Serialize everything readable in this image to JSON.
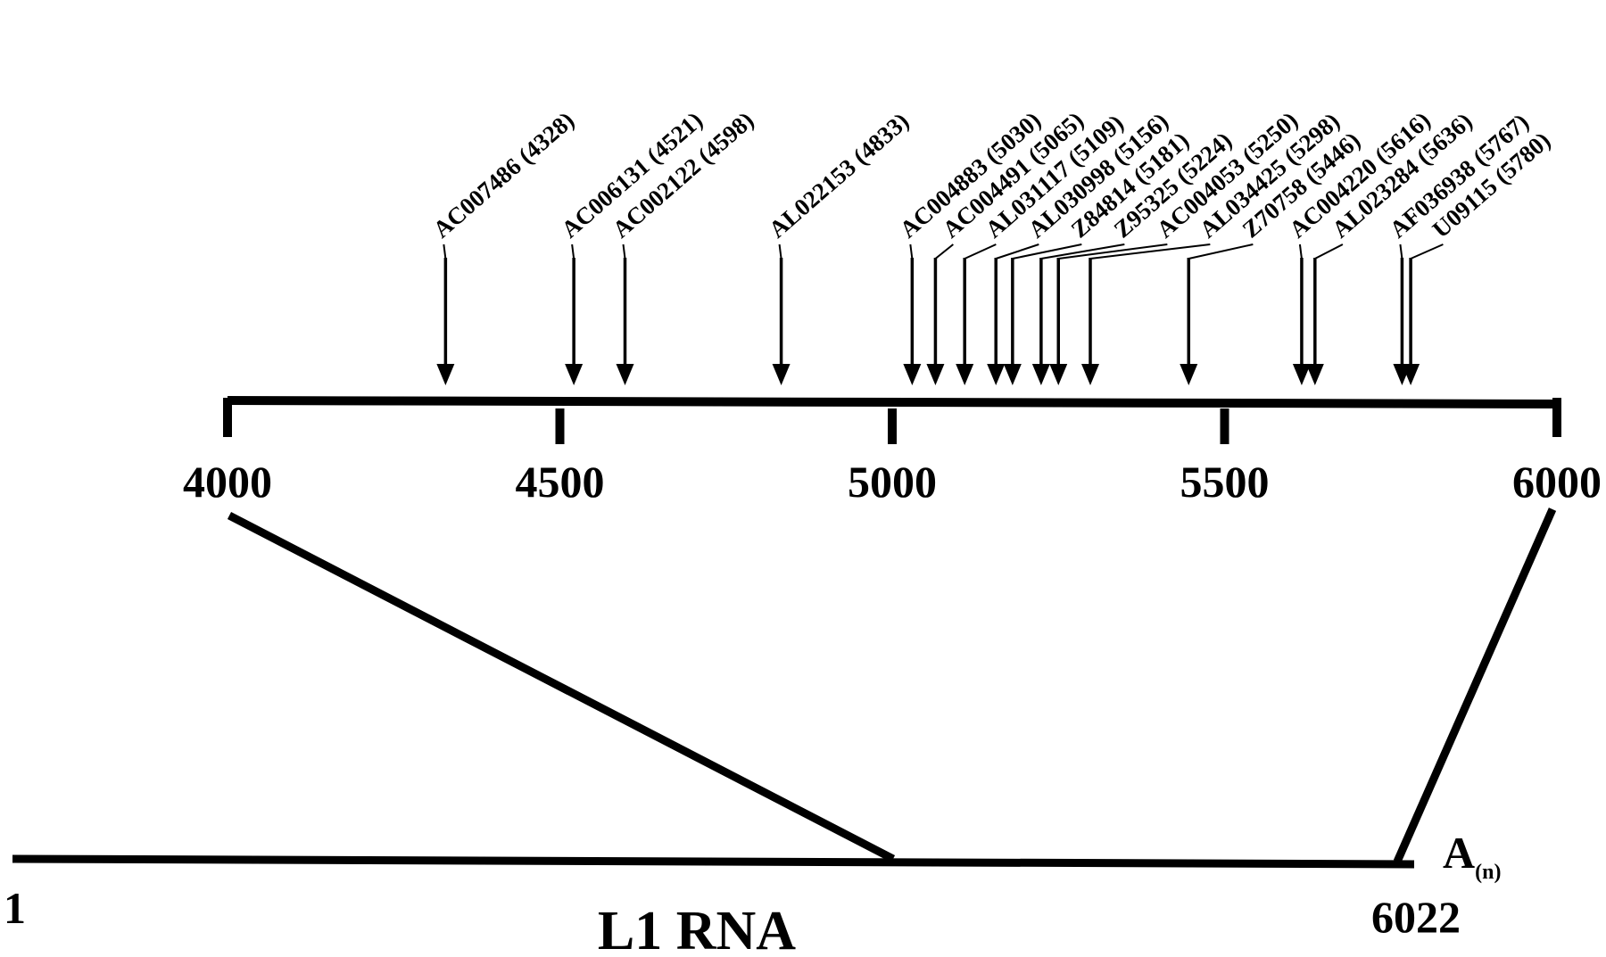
{
  "axis": {
    "min": 4000,
    "max": 6000,
    "ticks": [
      {
        "value": 4000,
        "label": "4000"
      },
      {
        "value": 4500,
        "label": "4500"
      },
      {
        "value": 5000,
        "label": "5000"
      },
      {
        "value": 5500,
        "label": "5500"
      },
      {
        "value": 6000,
        "label": "6000"
      }
    ]
  },
  "insertions": [
    {
      "label": "AC007486 (4328)",
      "position": 4328
    },
    {
      "label": "AC006131 (4521)",
      "position": 4521
    },
    {
      "label": "AC002122 (4598)",
      "position": 4598
    },
    {
      "label": "AL022153 (4833)",
      "position": 4833
    },
    {
      "label": "AC004883 (5030)",
      "position": 5030
    },
    {
      "label": "AC004491 (5065)",
      "position": 5065
    },
    {
      "label": "AL031117 (5109)",
      "position": 5109
    },
    {
      "label": "AL030998 (5156)",
      "position": 5156
    },
    {
      "label": "Z84814 (5181)",
      "position": 5181
    },
    {
      "label": "Z95325 (5224)",
      "position": 5224
    },
    {
      "label": "AC004053 (5250)",
      "position": 5250
    },
    {
      "label": "AL034425 (5298)",
      "position": 5298
    },
    {
      "label": "Z70758 (5446)",
      "position": 5446
    },
    {
      "label": "AC004220 (5616)",
      "position": 5616
    },
    {
      "label": "AL023284 (5636)",
      "position": 5636
    },
    {
      "label": "AF036938 (5767)",
      "position": 5767
    },
    {
      "label": "U09115 (5780)",
      "position": 5780
    }
  ],
  "rna": {
    "start_label": "1",
    "end_label": "6022",
    "title": "L1 RNA",
    "polya_label": "A",
    "polya_sub": "(n)"
  },
  "colors": {
    "ink": "#000000",
    "background": "#ffffff"
  }
}
